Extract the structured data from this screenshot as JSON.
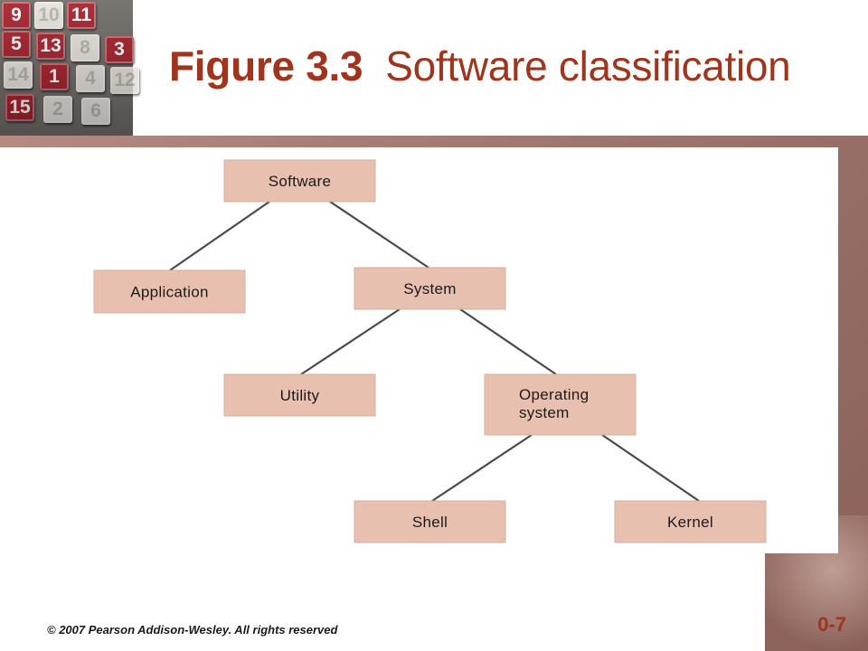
{
  "title": {
    "figure_label": "Figure 3.3",
    "caption": "Software classification"
  },
  "puzzle_tiles": [
    "9",
    "10",
    "11",
    "5",
    "13",
    "8",
    "3",
    "14",
    "1",
    "4",
    "12",
    "15",
    "2",
    "6"
  ],
  "diagram": {
    "nodes": [
      {
        "id": "software",
        "lines": [
          "Software"
        ]
      },
      {
        "id": "application",
        "lines": [
          "Application"
        ]
      },
      {
        "id": "system",
        "lines": [
          "System"
        ]
      },
      {
        "id": "utility",
        "lines": [
          "Utility"
        ]
      },
      {
        "id": "operating-system",
        "lines": [
          "Operating",
          "system"
        ]
      },
      {
        "id": "shell",
        "lines": [
          "Shell"
        ]
      },
      {
        "id": "kernel",
        "lines": [
          "Kernel"
        ]
      }
    ],
    "edges": [
      [
        "software",
        "application"
      ],
      [
        "software",
        "system"
      ],
      [
        "system",
        "utility"
      ],
      [
        "system",
        "operating-system"
      ],
      [
        "operating-system",
        "shell"
      ],
      [
        "operating-system",
        "kernel"
      ]
    ]
  },
  "footer": {
    "copyright": "© 2007 Pearson Addison-Wesley. All rights reserved",
    "slide_number": "0-7"
  },
  "colors": {
    "title": "#a0341c",
    "node_fill": "#e8c0b0",
    "frame": "#9c756d"
  }
}
